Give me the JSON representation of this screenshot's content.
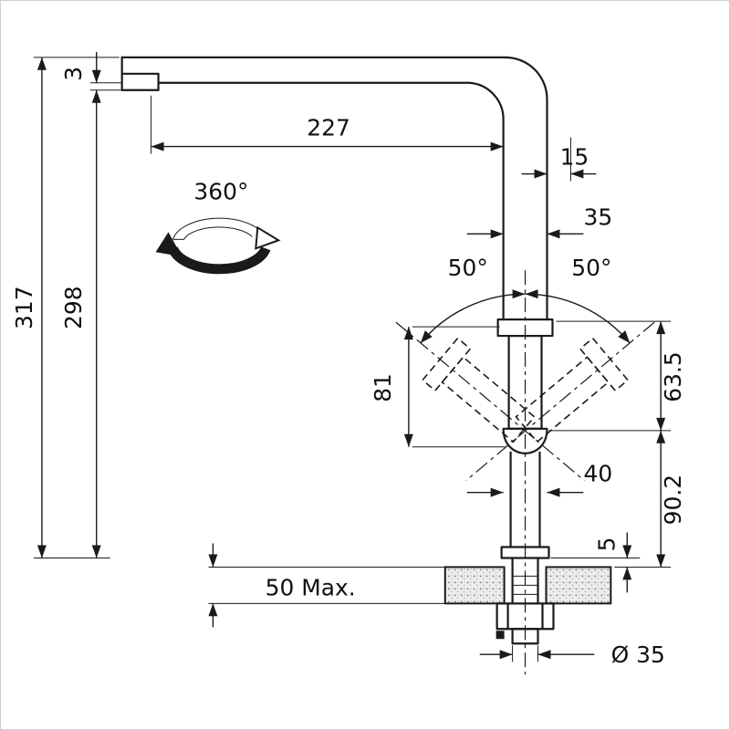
{
  "page": {
    "background": "#ffffff",
    "line_color": "#1a1a1a",
    "kind": "technical dimension drawing",
    "subject": "kitchen faucet / mixer tap installation drawing"
  },
  "labels": {
    "total_height": "317",
    "outlet_height": "298",
    "tip_offset": "3",
    "spout_reach": "227",
    "spout_overhang": "15",
    "pipe_diameter": "35",
    "swivel_range": "360°",
    "lever_angle_left": "50°",
    "lever_angle_right": "50°",
    "lever_length": "81",
    "lever_height": "63.5",
    "body_width": "40",
    "body_height": "90.2",
    "base_gap": "5",
    "counter_max_thickness": "50 Max.",
    "mounting_hole_diameter": "Ø 35"
  }
}
